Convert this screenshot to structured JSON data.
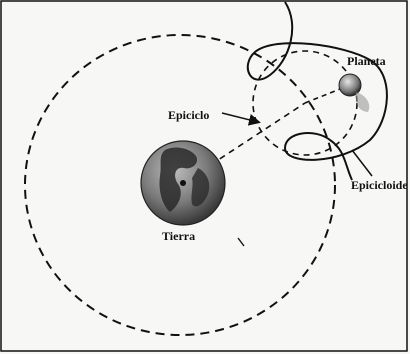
{
  "labels": {
    "planet": "Planeta",
    "epicycle": "Epiciclo",
    "epicycloid": "Epicicloide",
    "earth": "Tierra"
  },
  "colors": {
    "line": "#111111",
    "background": "#f7f7f5",
    "earth_ocean": "#6f6f6f",
    "earth_land": "#2a2a2a",
    "planet": "#5a5a5a"
  }
}
